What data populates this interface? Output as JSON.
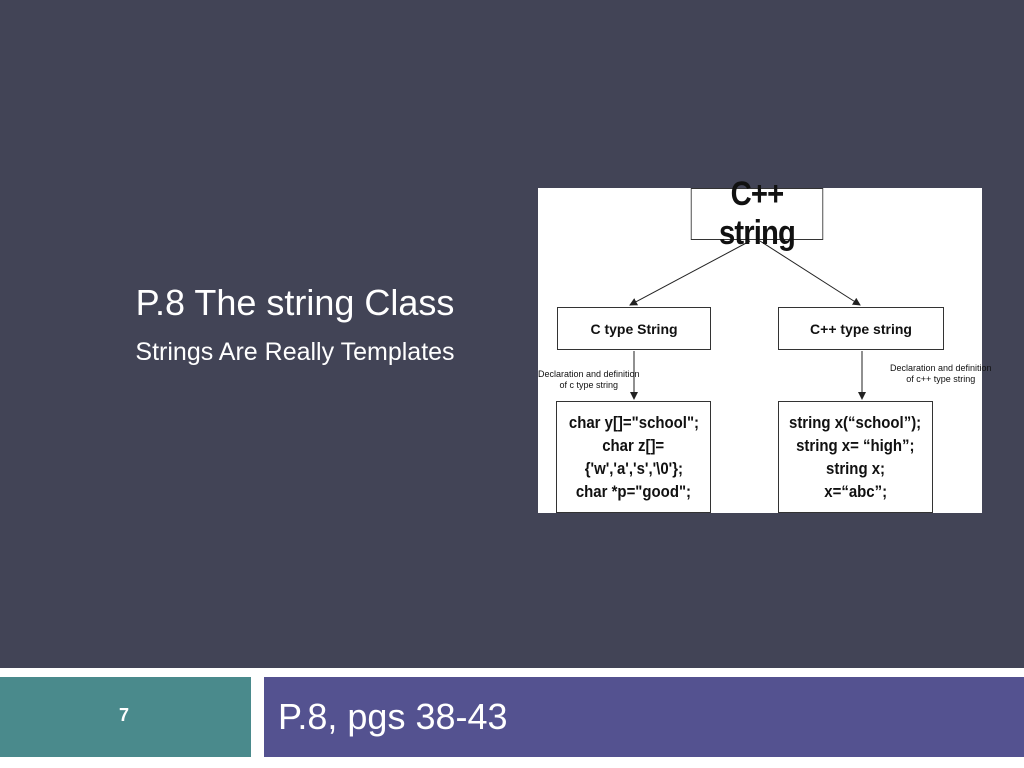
{
  "slide": {
    "title": "P.8 The string Class",
    "subtitle": "Strings Are Really Templates",
    "slide_number": "7",
    "footer_text": "P.8, pgs 38-43"
  },
  "diagram": {
    "root": "C++ string",
    "left_branch": {
      "label": "C type String",
      "note_line1": "Declaration and definition",
      "note_line2": "of c type string",
      "code": [
        "char y[]=\"school\";",
        "char z[]=",
        "{'w','a','s','\\0'};",
        "char *p=\"good\";"
      ]
    },
    "right_branch": {
      "label": "C++ type string",
      "note_line1": "Declaration and definition",
      "note_line2": "of c++ type string",
      "code": [
        "string x(“school”);",
        "string x= “high”;",
        "string x;",
        "x=“abc”;"
      ]
    }
  },
  "colors": {
    "background": "#424456",
    "footer_left": "#4a8a8c",
    "footer_right": "#545290"
  }
}
